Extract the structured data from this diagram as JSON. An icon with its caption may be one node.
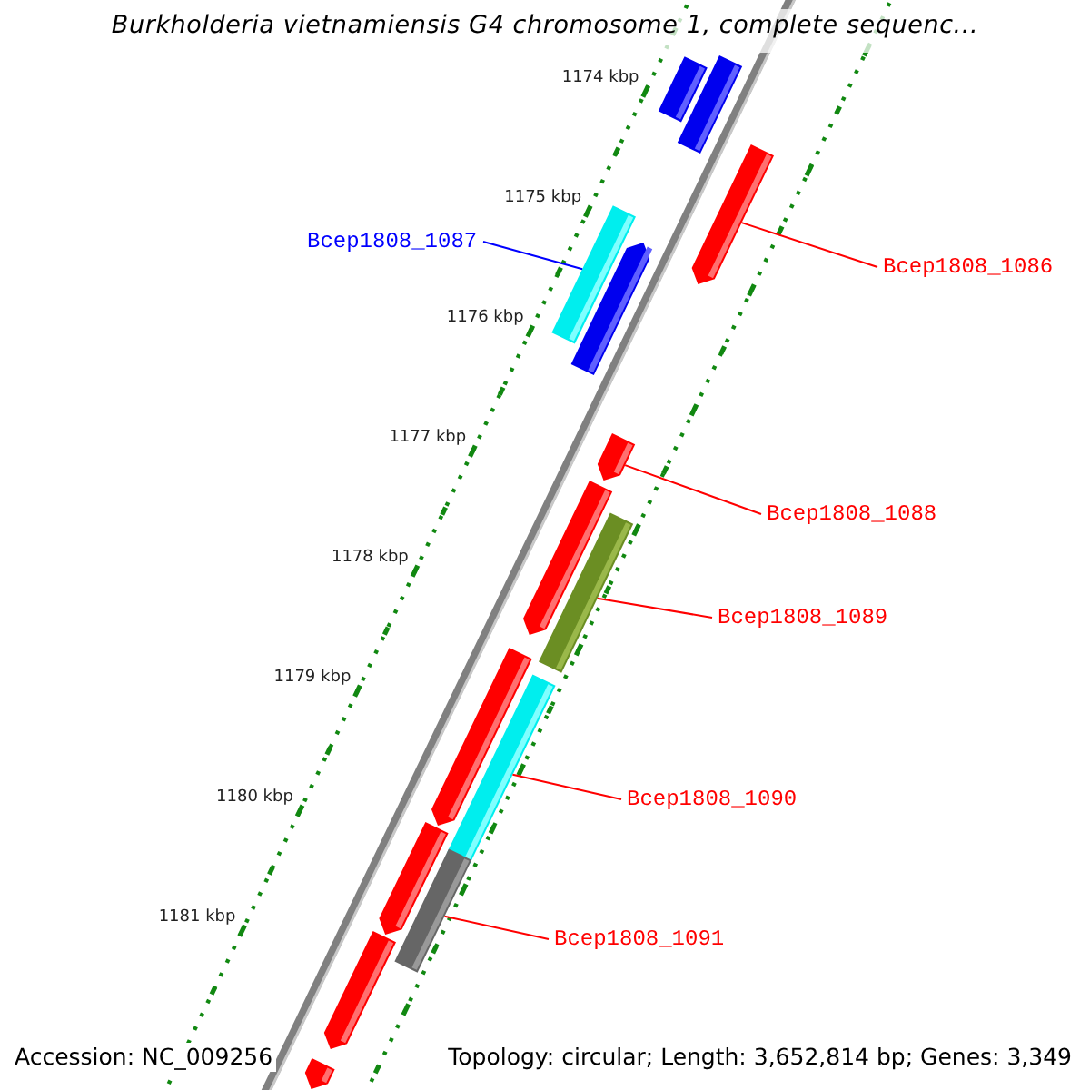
{
  "diagram": {
    "title": "Burkholderia vietnamiensis G4 chromosome 1, complete sequenc...",
    "nodes": [
      {
        "text": [
          "Bcep1808_1087"
        ]
      },
      {
        "text": [
          "Bcep1808_1086"
        ]
      },
      {
        "text": [
          "Bcep1808_1088"
        ]
      },
      {
        "text": [
          "Bcep1808_1089"
        ]
      },
      {
        "text": [
          "Bcep1808_1090"
        ]
      },
      {
        "text": [
          "Bcep1808_1091"
        ]
      },
      {
        "text": [],
        "shape": "bar"
      },
      {
        "text": [],
        "shape": "bar"
      },
      {
        "text": [],
        "shape": "arrow"
      },
      {
        "text": [],
        "shape": "bar"
      },
      {
        "text": [],
        "shape": "arrow"
      },
      {
        "text": [],
        "shape": "arrow"
      },
      {
        "text": [],
        "shape": "arrow"
      },
      {
        "text": [],
        "shape": "bar"
      },
      {
        "text": [],
        "shape": "arrow"
      },
      {
        "text": [],
        "shape": "bar"
      },
      {
        "text": [],
        "shape": "arrow"
      },
      {
        "text": [],
        "shape": "bar"
      },
      {
        "text": [],
        "shape": "arrow"
      },
      {
        "text": [],
        "shape": "arrow"
      }
    ],
    "edges": [
      {
        "from": 0,
        "to": 9,
        "arrow": "none",
        "color": "#0000ff"
      },
      {
        "from": 1,
        "to": 8,
        "arrow": "none"
      },
      {
        "from": 2,
        "to": 11,
        "arrow": "none"
      },
      {
        "from": 3,
        "to": 13,
        "arrow": "none"
      },
      {
        "from": 4,
        "to": 15,
        "arrow": "none"
      },
      {
        "from": 5,
        "to": 17,
        "arrow": "none"
      }
    ],
    "labels": [
      "1174 kbp",
      "1175 kbp",
      "1176 kbp",
      "1177 kbp",
      "1178 kbp",
      "1179 kbp",
      "1180 kbp",
      "1181 kbp",
      "Accession: NC_009256",
      "Topology: circular; Length: 3,652,814 bp; Genes: 3,349"
    ]
  }
}
